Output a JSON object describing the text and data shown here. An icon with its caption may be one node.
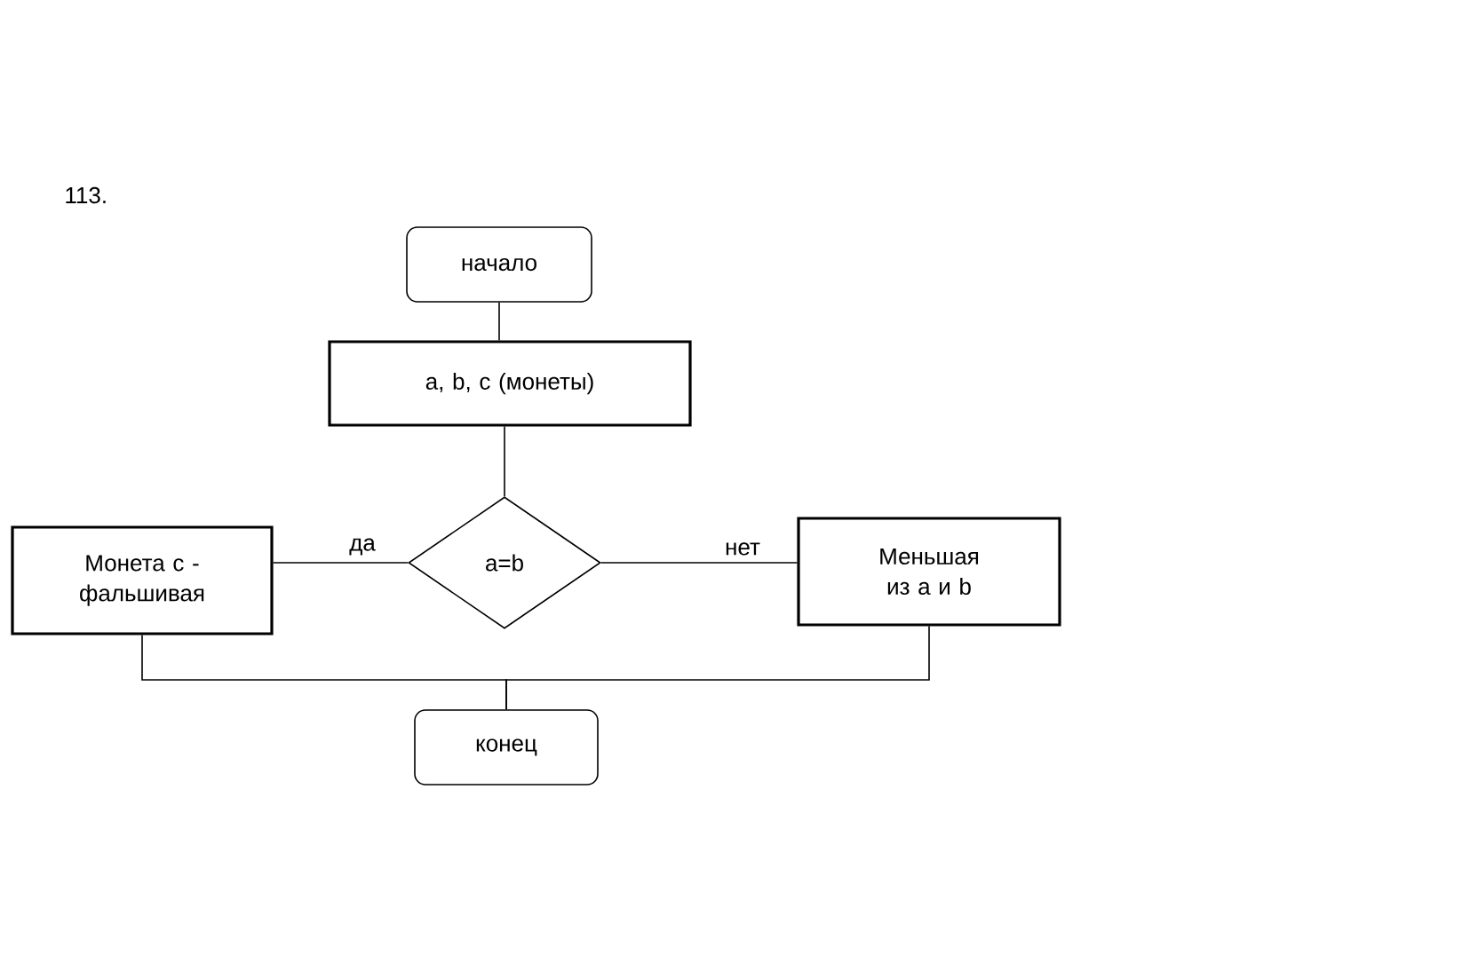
{
  "diagram": {
    "nodes": [
      {
        "text": [
          "начало"
        ]
      },
      {
        "text": [
          "a, b, c (монеты)"
        ]
      },
      {
        "text": [
          "a=b"
        ]
      },
      {
        "text": [
          "Монета c - фальшивая"
        ]
      },
      {
        "text": [
          "Меньшая из a и b"
        ]
      },
      {
        "text": [
          "конец"
        ]
      }
    ],
    "edges": [
      {
        "from": 0,
        "to": 1,
        "arrow": "none"
      },
      {
        "from": 1,
        "to": 2,
        "arrow": "none"
      },
      {
        "from": 2,
        "to": 3,
        "arrow": "none",
        "label": "да"
      },
      {
        "from": 2,
        "to": 4,
        "arrow": "none",
        "label": "нет"
      },
      {
        "from": 3,
        "to": 5,
        "arrow": "none"
      },
      {
        "from": 4,
        "to": 5,
        "arrow": "none"
      }
    ],
    "labels": [
      "113."
    ]
  }
}
